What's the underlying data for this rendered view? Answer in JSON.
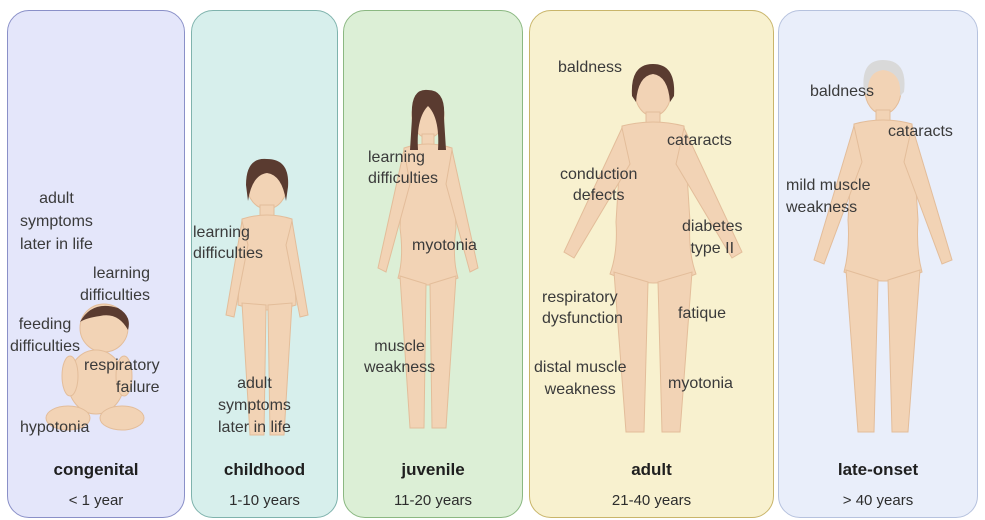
{
  "colors": {
    "skin": "#f2d3b5",
    "skin_shade": "#e3bd9a",
    "hair_dark": "#5a3b30",
    "hair_gray": "#d9d9d9"
  },
  "stages": [
    {
      "name": "congenital",
      "range": "< 1 year",
      "labels": [
        "adult\nsymptoms\nlater in life",
        "learning\ndifficulties",
        "feeding\ndifficulties",
        "respiratory\nfailure",
        "hypotonia"
      ]
    },
    {
      "name": "childhood",
      "range": "1-10 years",
      "labels": [
        "learning\ndifficulties",
        "adult\nsymptoms\nlater in life"
      ]
    },
    {
      "name": "juvenile",
      "range": "11-20 years",
      "labels": [
        "learning\ndifficulties",
        "myotonia",
        "muscle\nweakness"
      ]
    },
    {
      "name": "adult",
      "range": "21-40 years",
      "labels": [
        "baldness",
        "cataracts",
        "conduction\ndefects",
        "diabetes\ntype II",
        "respiratory\ndysfunction",
        "fatique",
        "distal muscle\nweakness",
        "myotonia"
      ]
    },
    {
      "name": "late-onset",
      "range": "> 40 years",
      "labels": [
        "baldness",
        "cataracts",
        "mild muscle\nweakness"
      ]
    }
  ]
}
